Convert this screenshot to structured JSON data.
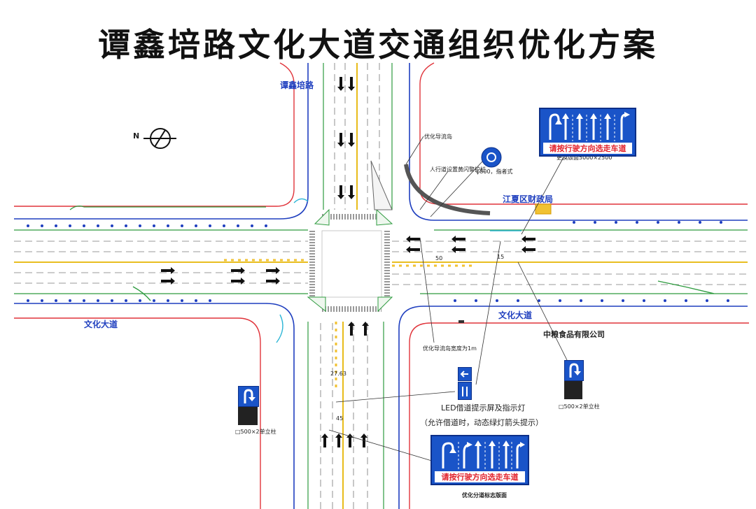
{
  "title": "谭鑫培路文化大道交通组织优化方案",
  "labels": {
    "road_north": "谭鑫培路",
    "road_west": "文化大道",
    "road_east": "文化大道",
    "finance_bureau": "江夏区财政局",
    "company": "中粮食品有限公司",
    "optimize_island": "优化导流岛",
    "pedestrian_guard": "人行道设置黄闪警护栏",
    "sign_spec": "φ800，指者式",
    "sign_size_top": "更换版面5000×2500",
    "island_width": "优化导流岛宽度为1m",
    "led_note_1": "LED借道提示屏及指示灯",
    "led_note_2": "（允许借道时，动态绿灯箭头提示）",
    "pole_left": "□500×2单立柱",
    "pole_right": "□500×2单立柱",
    "bottom_caption": "优化分道标志版面",
    "num_50": "50",
    "num_15": "15",
    "num_2763": "27.63",
    "num_45": "45",
    "compass": "N"
  },
  "signs": {
    "top_text": "请按行驶方向选走车道",
    "bottom_text": "请按行驶方向选走车道"
  },
  "colors": {
    "sign_blue": "#1a54c8",
    "sign_red_text": "#e2202a",
    "road_red": "#e0333a",
    "road_blue": "#1f3fbf",
    "green": "#2e9b3f",
    "cyan": "#2bb5d6",
    "yellow": "#e6b400",
    "gray": "#777777"
  }
}
